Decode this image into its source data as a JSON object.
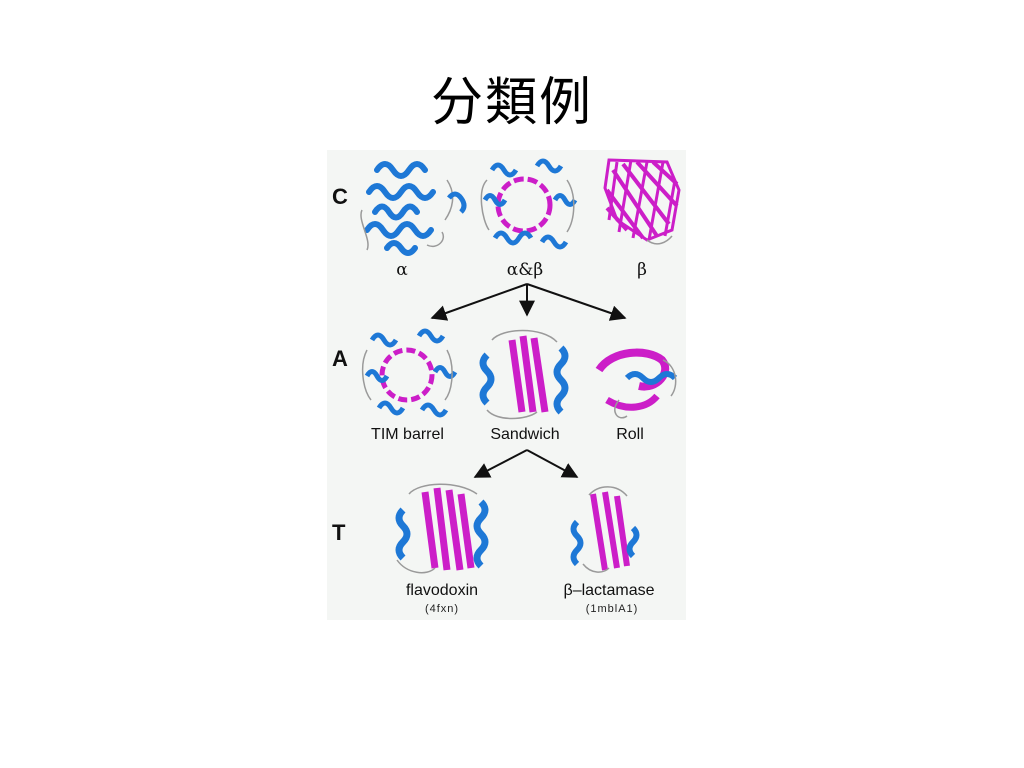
{
  "slide": {
    "title": "分類例"
  },
  "figure": {
    "levels": {
      "class": "C",
      "architecture": "A",
      "topology": "T"
    },
    "class_labels": [
      "α",
      "α&β",
      "β"
    ],
    "architecture_labels": [
      "TIM barrel",
      "Sandwich",
      "Roll"
    ],
    "topology_labels": [
      "flavodoxin",
      "β–lactamase"
    ],
    "topology_codes": [
      "(4fxn)",
      "(1mblA1)"
    ],
    "colors": {
      "helix": "#1e78d6",
      "strand": "#cc1ec8",
      "coil": "#9a9a9a",
      "background": "#f4f6f4"
    }
  }
}
